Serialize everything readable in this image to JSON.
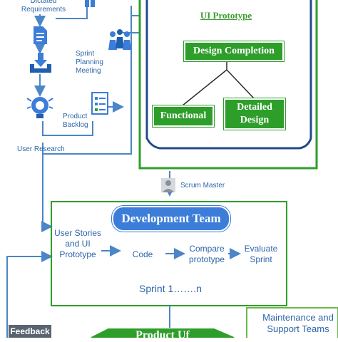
{
  "nodes": {
    "dictated_requirements": "Dictated Requirements",
    "sprint_planning_meeting": "Sprint Planning Meeting",
    "product_backlog": "Product Backlog",
    "user_research": "User Research",
    "scrum_master": "Scrum Master",
    "feedback": "Feedback",
    "maintenance_support": "Maintenance and Support Teams",
    "product_uf_partial": "Product Uf"
  },
  "ui_prototype": {
    "title": "UI Prototype",
    "design_completion": "Design Completion",
    "functional": "Functional",
    "detailed_design": "Detailed Design"
  },
  "development_team": {
    "title": "Development Team",
    "flow": [
      "User Stories and UI Prototype",
      "Code",
      "Compare prototype",
      "Evaluate Sprint"
    ],
    "sprint": "Sprint 1…….n"
  },
  "icons": [
    "document-icon",
    "people-icon",
    "download-tray-icon",
    "brain-lightbulb-icon",
    "backlog-list-icon",
    "user-avatar-icon"
  ],
  "colors": {
    "green": "#2e9e2a",
    "blue": "#3b7dd8",
    "line_blue": "#4a86c8",
    "text_blue": "#2e66a8"
  }
}
